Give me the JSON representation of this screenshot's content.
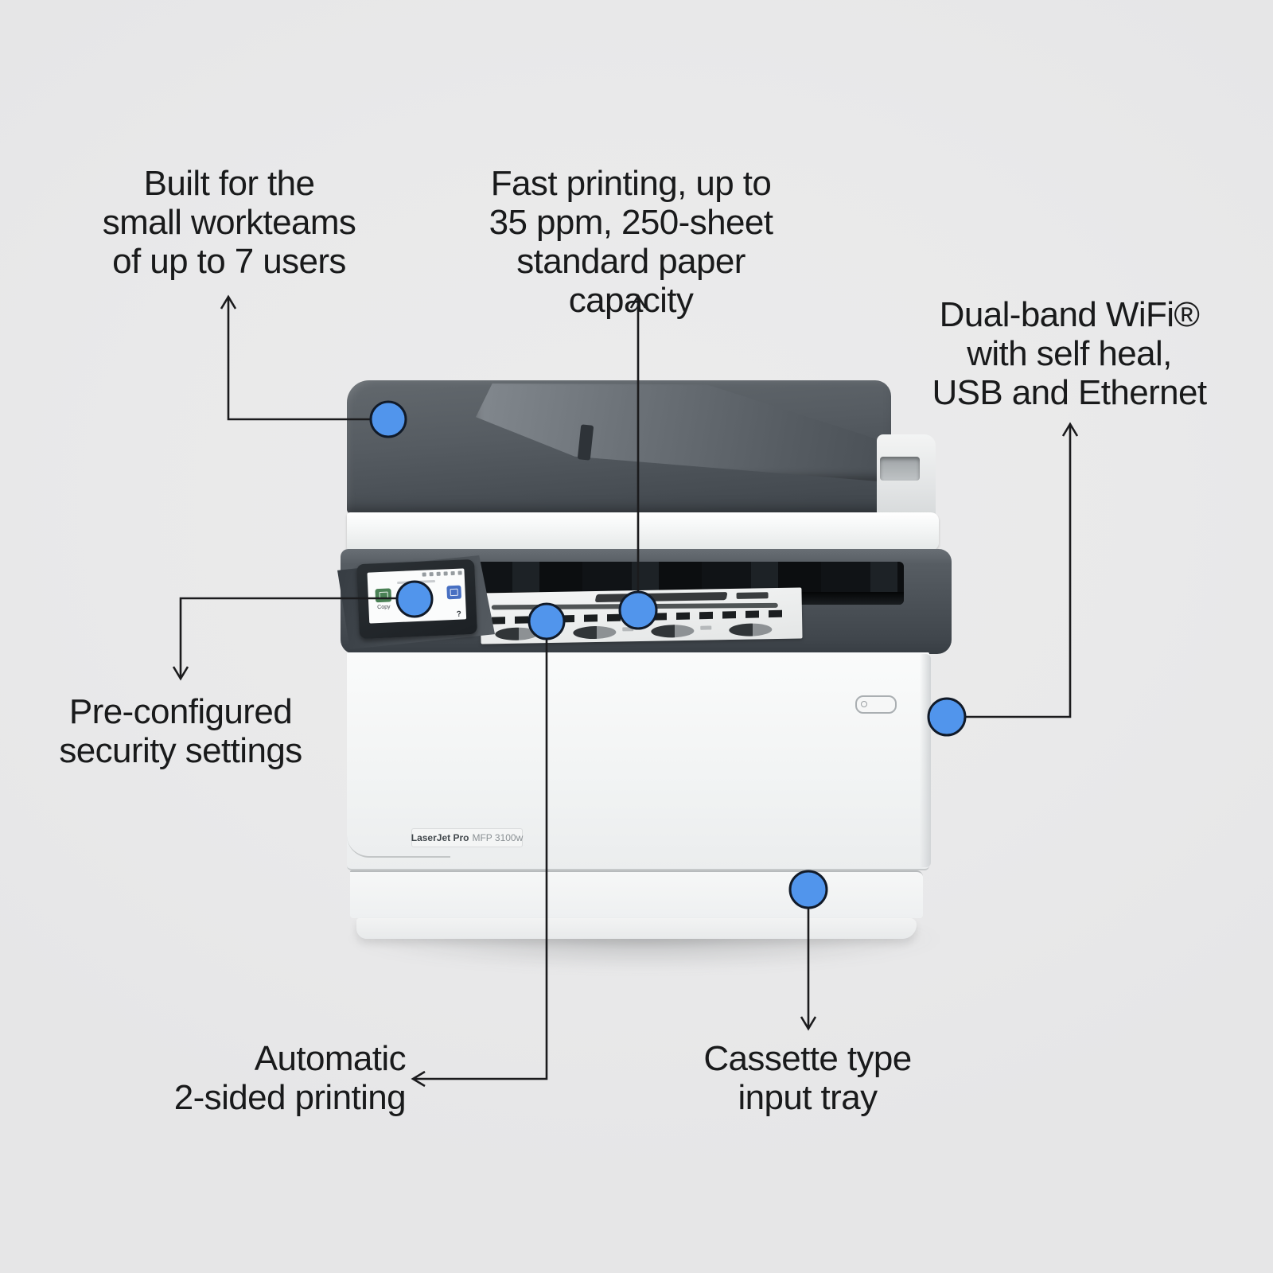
{
  "scene": {
    "background": "#e9e9ea"
  },
  "annotation": {
    "line_color": "#1b1b1d",
    "dot_fill": "#5195ec",
    "dot_stroke": "#111a28"
  },
  "features": {
    "workteams": "Built for the\nsmall workteams\nof up to 7 users",
    "fast_printing": "Fast printing, up to\n35 ppm, 250-sheet\nstandard paper capacity",
    "connectivity": "Dual-band WiFi®\nwith self heal,\nUSB and Ethernet",
    "security": "Pre-configured\nsecurity settings",
    "duplex": "Automatic\n2-sided printing",
    "cassette": "Cassette type\ninput tray"
  },
  "printer": {
    "model_label_prefix": "LaserJet Pro",
    "model_label_model": "MFP 3100w",
    "screen_copy_label": "Copy",
    "screen_help_label": "?"
  }
}
